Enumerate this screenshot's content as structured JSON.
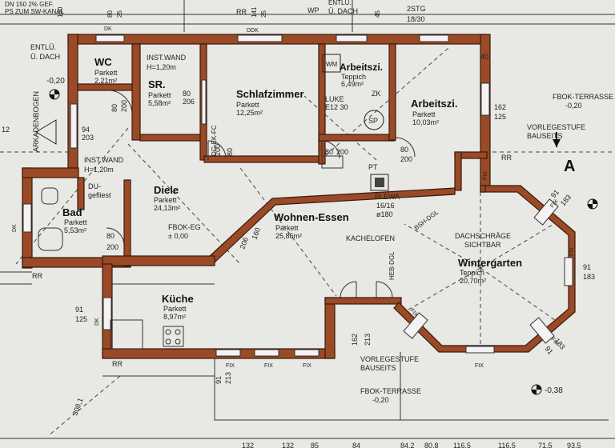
{
  "rooms": {
    "wc": {
      "name": "WC",
      "floor": "Parkett",
      "area": "2,21m²"
    },
    "sr": {
      "name": "SR.",
      "floor": "Parkett",
      "area": "5,58m²",
      "note1": "INST.WAND",
      "note2": "H=1,20m"
    },
    "schlafzimmer": {
      "name": "Schlafzimmer",
      "floor": "Parkett",
      "area": "12,25m²"
    },
    "arbeitszi_small": {
      "name": "Arbeitszi.",
      "floor": "Teppich",
      "area": "6,49m²"
    },
    "arbeitszi_large": {
      "name": "Arbeitszi.",
      "floor": "Parkett",
      "area": "10,03m²"
    },
    "diele": {
      "name": "Diele",
      "floor": "Parkett",
      "area": "24,13m²"
    },
    "bad": {
      "name": "Bad",
      "floor": "Parkett",
      "area": "5,53m²"
    },
    "wohnen": {
      "name": "Wohnen-Essen",
      "floor": "Parkett",
      "area": "25,86m²"
    },
    "kueche": {
      "name": "Küche",
      "floor": "Parkett",
      "area": "8,97m²"
    },
    "wintergarten": {
      "name": "Wintergarten",
      "floor": "Teppich",
      "area": "20,70m²",
      "note1": "DACHSCHRÄGE",
      "note2": "SICHTBAR"
    }
  },
  "labels": {
    "entlue": "ENTLÜ.",
    "udach_left": "Ü. DACH",
    "wp": "WP",
    "udach_top": "Ü. DACH",
    "entlue_top": "ENTLÜ.",
    "stg_top": "2STG",
    "stg_val": "18/30",
    "gef": "DN 150  2% GEF.",
    "ps_kanal": "PS ZUM SW-KANAL",
    "arkadenbogen": "ARKADENBOGEN",
    "inst_wand_bad1": "INST.WAND",
    "inst_wand_bad2": "H=1,20m",
    "du": "DU-",
    "gefliest": "gefliest",
    "wm": "WM",
    "luke": "LUKE",
    "luke_dim": "E12 30",
    "zk": "ZK",
    "sp": "SP",
    "pt": "PT",
    "plewa": "PLEWA",
    "plewa_dim": "16/16",
    "plewa_dia": "ø180",
    "kachelofen": "KACHELOFEN",
    "bsh_dgl": "BSH-DGL",
    "heb_dgl": "HEB-DGL",
    "dg_ek_fc": "DG-EK-FC",
    "fbok_eg": "FBOK-EG",
    "fbok_eg_val": "± 0,00",
    "fbok_terrasse_right": "FBOK-TERRASSE",
    "fbok_terrasse_right_val": "-0,20",
    "fbok_terrasse_bottom": "FBOK-TERRASSE",
    "fbok_terrasse_bottom_val": "-0,20",
    "vorlegestufe_right1": "VORLEGESTUFE",
    "vorlegestufe_right2": "BAUSEITS",
    "vorlegestufe_bottom1": "VORLEGESTUFE",
    "vorlegestufe_bottom2": "BAUSEITS",
    "section_a": "A",
    "level_left": "-0,20",
    "level_bottom": "-0,38",
    "rr1": "RR",
    "rr2": "RR",
    "rr3": "RR",
    "rr4": "RR",
    "dk1": "DK",
    "dk2": "DDK",
    "dk3": "DK",
    "dk4": "DK",
    "fix1": "FIX",
    "fix2": "FIX",
    "fix3": "FIX",
    "fix4": "FIX",
    "fix5": "FIX",
    "fix6": "FIX",
    "fix7": "FIX",
    "fix8": "FIX",
    "fix9": "FIX"
  },
  "dims": {
    "d_80_206": "80\n206",
    "wc_door": "80",
    "wc_door2": "200",
    "dg_200": "200",
    "d_94_203": "94\n203",
    "d_80_200_sz": "80",
    "d_80_200_sz2": "200",
    "d_80_200_arb": "80",
    "d_80_200_arb2": "200",
    "d_80_200_arb3": "80",
    "d_80_200_arb4": "200",
    "d_162_125": "162",
    "d_162_125b": "125",
    "d_80_200_bad": "80",
    "d_80_200_bad2": "200",
    "d_160_206": "160",
    "d_160_206b": "206",
    "d_91_125": "91",
    "d_91_125b": "125",
    "d_91_183a": "91",
    "d_91_183b": "183",
    "d_91_183c": "91",
    "d_91_183d": "183",
    "d_91_183e": "91",
    "d_91_183f": "183",
    "d_91_213a": "91",
    "d_91_213b": "213",
    "d_162_213": "162",
    "d_162_213b": "213",
    "d_308": "308,1",
    "d_12": "12",
    "top_a": "150",
    "top_b": "80",
    "top_c": "25",
    "top_d": "141",
    "top_e": "25",
    "top_f": "45",
    "top_g": "40",
    "bottom_1": "132",
    "bottom_2": "132",
    "bottom_3": "85",
    "bottom_4": "84",
    "bottom_5": "84,2",
    "bottom_6": "80,8",
    "bottom_7": "116,5",
    "bottom_8": "116,5",
    "bottom_9": "71,5",
    "bottom_10": "93,5"
  }
}
